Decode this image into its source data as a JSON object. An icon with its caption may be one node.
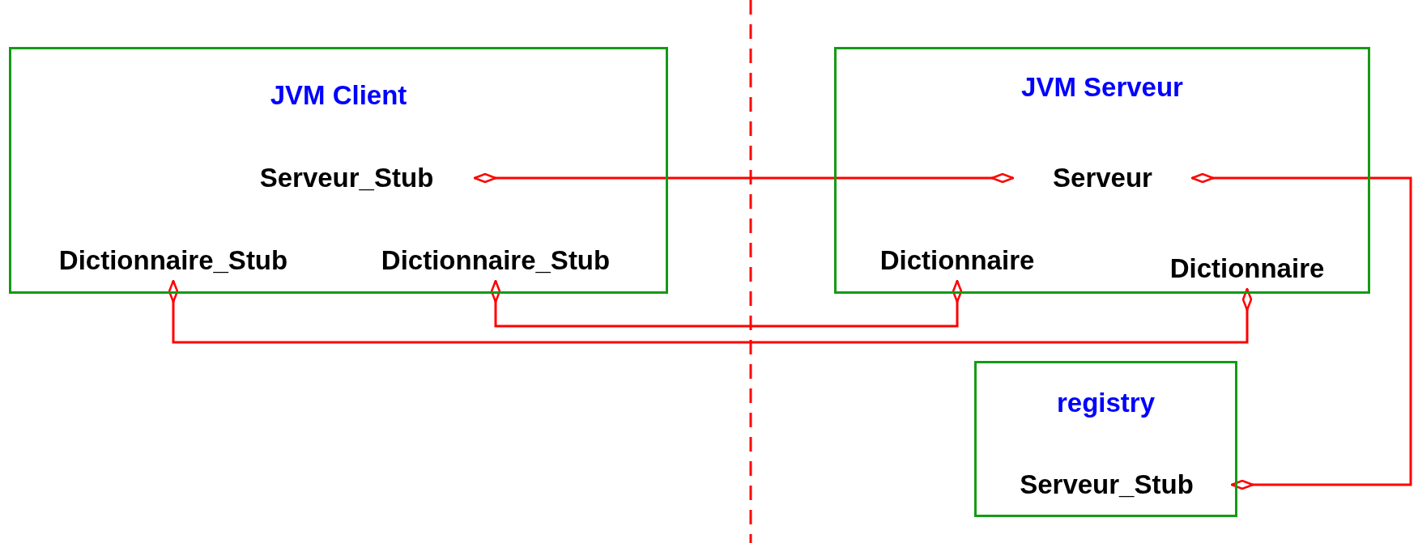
{
  "diagram": {
    "nodes": [
      {
        "text": [
          "JVM Client"
        ]
      },
      {
        "text": [
          "Serveur_Stub"
        ],
        "in": 0
      },
      {
        "text": [
          "Dictionnaire_Stub"
        ],
        "in": 0
      },
      {
        "text": [
          "Dictionnaire_Stub"
        ],
        "in": 0
      },
      {
        "text": [
          "JVM Serveur"
        ]
      },
      {
        "text": [
          "Serveur"
        ],
        "in": 4
      },
      {
        "text": [
          "Dictionnaire"
        ],
        "in": 4
      },
      {
        "text": [
          "Dictionnaire"
        ],
        "in": 4
      },
      {
        "text": [
          "registry"
        ]
      },
      {
        "text": [
          "Serveur_Stub"
        ],
        "in": 8
      }
    ],
    "edges": [
      {
        "from": 1,
        "to": 5,
        "arrow": "other"
      },
      {
        "from": 3,
        "to": 6,
        "arrow": "other"
      },
      {
        "from": 2,
        "to": 7,
        "arrow": "other"
      },
      {
        "from": 5,
        "to": 9,
        "arrow": "other"
      }
    ]
  }
}
